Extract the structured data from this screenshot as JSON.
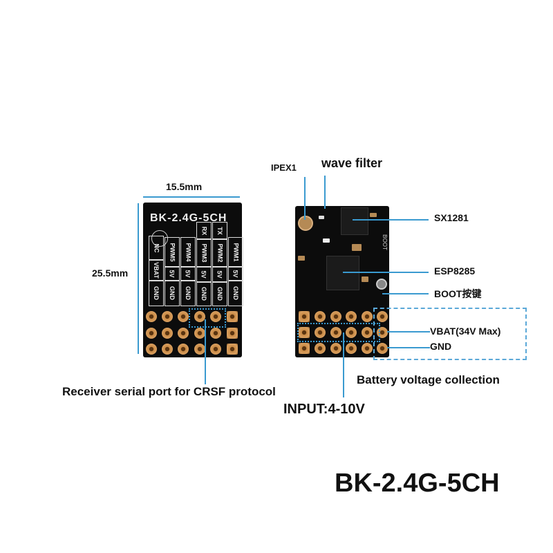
{
  "dimensions": {
    "width_label": "15.5mm",
    "height_label": "25.5mm"
  },
  "left_board": {
    "silkscreen_title": "BK-2.4G-5CH",
    "columns": [
      [
        "NC",
        "VBAT",
        "GND"
      ],
      [
        "PWM5",
        "5V",
        "GND"
      ],
      [
        "PWM4",
        "5V",
        "GND"
      ],
      [
        "RX",
        "PWM3",
        "5V",
        "GND"
      ],
      [
        "TX",
        "PWM2",
        "5V",
        "GND"
      ],
      [
        "PWM1",
        "5V",
        "GND"
      ]
    ],
    "callout": "Receiver serial port for CRSF protocol"
  },
  "right_board": {
    "callouts": {
      "ipex": "IPEX1",
      "wave_filter": "wave filter",
      "sx1281": "SX1281",
      "esp8285": "ESP8285",
      "boot": "BOOT按键",
      "vbat": "VBAT(34V Max)",
      "gnd": "GND",
      "battery": "Battery voltage collection",
      "input": "INPUT:4-10V"
    },
    "silk_boot": "BOOT"
  },
  "product_title": "BK-2.4G-5CH",
  "colors": {
    "callout_line": "#3a9ad0",
    "pcb": "#0c0c0c",
    "pad": "#d9a060"
  }
}
